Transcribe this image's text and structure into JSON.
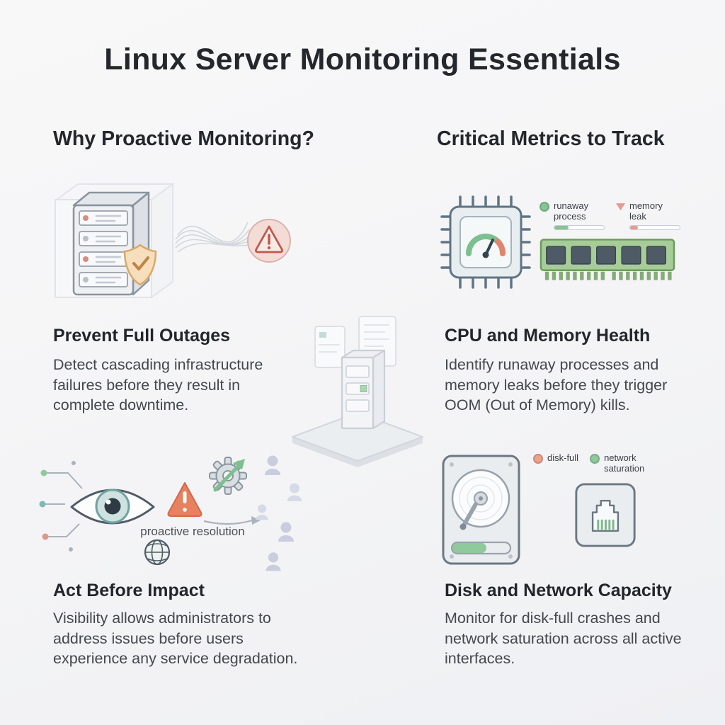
{
  "title": "Linux Server Monitoring Essentials",
  "left": {
    "heading": "Why Proactive Monitoring?",
    "sections": [
      {
        "title": "Prevent Full Outages",
        "body": "Detect cascading infrastructure failures before they result in complete downtime."
      },
      {
        "title": "Act Before Impact",
        "body": "Visibility allows administrators to address issues before users experience any service degradation.",
        "caption": "proactive resolution"
      }
    ]
  },
  "right": {
    "heading": "Critical Metrics to Track",
    "sections": [
      {
        "title": "CPU and Memory Health",
        "body": "Identify runaway processes and memory leaks before they trigger OOM (Out of Memory) kills.",
        "legend": [
          {
            "label": "runaway process",
            "color": "#86c493"
          },
          {
            "label": "memory leak",
            "color": "#e49b90"
          }
        ]
      },
      {
        "title": "Disk and Network Capacity",
        "body": "Monitor for disk-full crashes and network saturation across all active interfaces.",
        "legend": [
          {
            "label": "disk-full",
            "color": "#eba18b"
          },
          {
            "label": "network saturation",
            "color": "#8fca9c"
          }
        ]
      }
    ]
  },
  "icons": {
    "left_top": "server-rack-with-shield-and-alert",
    "right_top": "cpu-gauge-and-ram-module",
    "center": "isometric-server",
    "left_bottom": "eye-alert-gear-and-users",
    "right_bottom": "hard-drive-and-ethernet-port"
  },
  "colors": {
    "background": "#f5f5f7",
    "heading_text": "#24272b",
    "body_text": "#43484e",
    "accent_green": "#7cc08f",
    "alert_red": "#d4684a",
    "shield_tan": "#f7debc"
  }
}
